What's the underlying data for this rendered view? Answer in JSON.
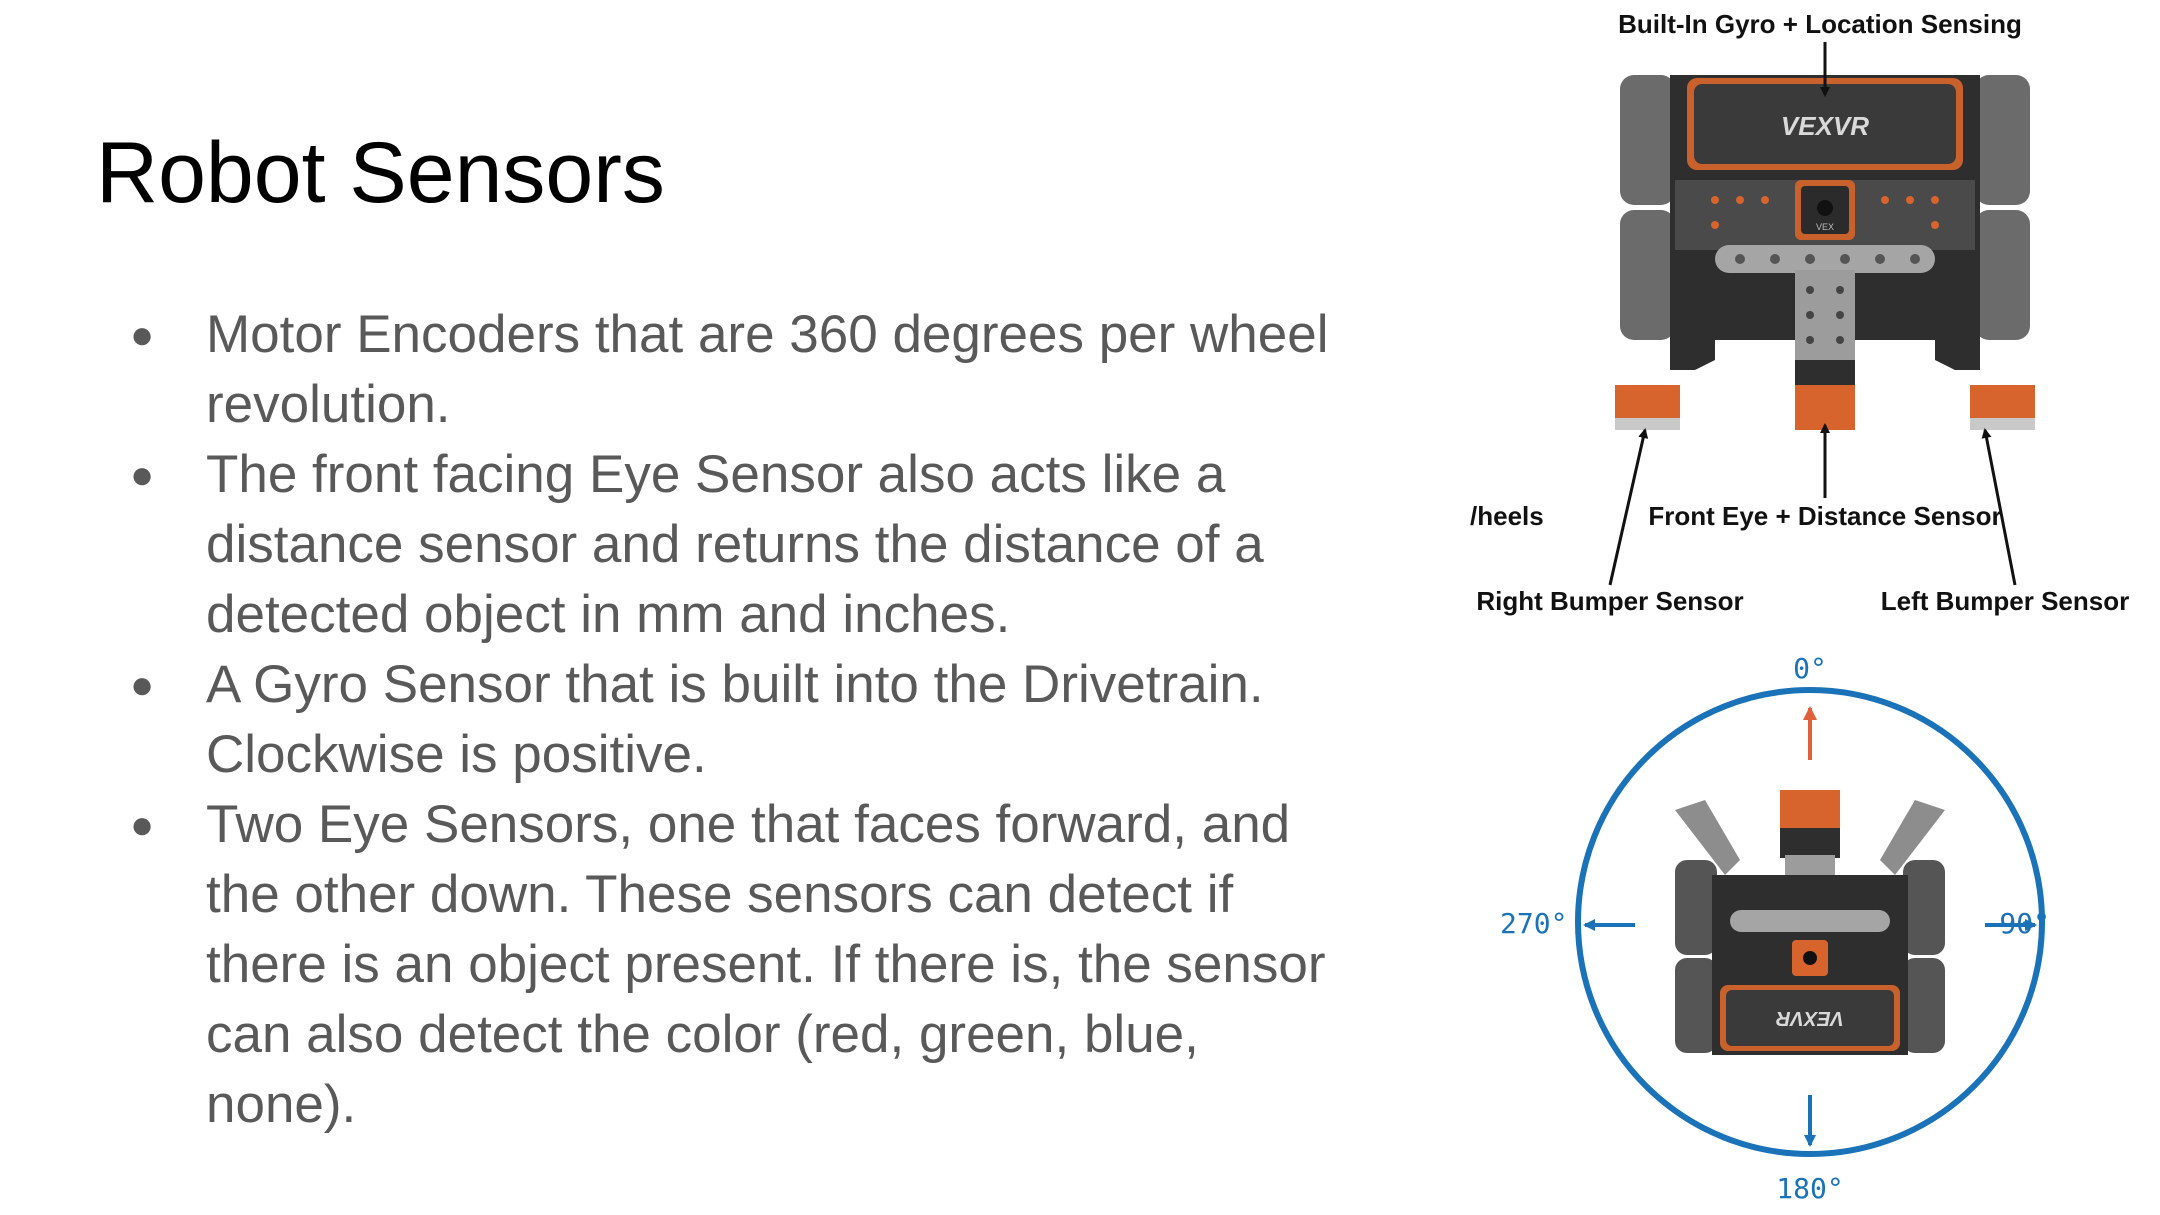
{
  "slide": {
    "title": "Robot Sensors",
    "bullets": [
      [
        "Motor Encoders that are 360 degrees per wheel",
        "revolution."
      ],
      [
        "The front facing Eye Sensor also acts like a",
        "distance sensor and returns the distance of a",
        "detected object in mm and inches."
      ],
      [
        "A Gyro Sensor that is built into the Drivetrain.",
        "Clockwise is positive."
      ],
      [
        "Two Eye Sensors, one that faces forward, and",
        "the other down. These sensors can detect if",
        "there is an object present. If there is, the sensor",
        "can also detect the color (red, green, blue,",
        "none)."
      ]
    ]
  },
  "robot_diagram": {
    "gyro_label": "Built-In Gyro + Location Sensing",
    "wheels_label": "/heels",
    "front_eye_label": "Front Eye + Distance Sensor",
    "right_bumper_label": "Right Bumper Sensor",
    "left_bumper_label": "Left Bumper Sensor",
    "brand_text": "VEXVR",
    "brand_small": "VEX"
  },
  "heading_diagram": {
    "north": "0°",
    "east": "90°",
    "south": "180°",
    "west": "270°",
    "brand_text": "VEXVR"
  },
  "colors": {
    "title": "#000000",
    "body_text": "#595959",
    "accent_orange": "#d6642c",
    "compass_blue": "#1a72b8",
    "robot_dark": "#3a3a3a"
  }
}
